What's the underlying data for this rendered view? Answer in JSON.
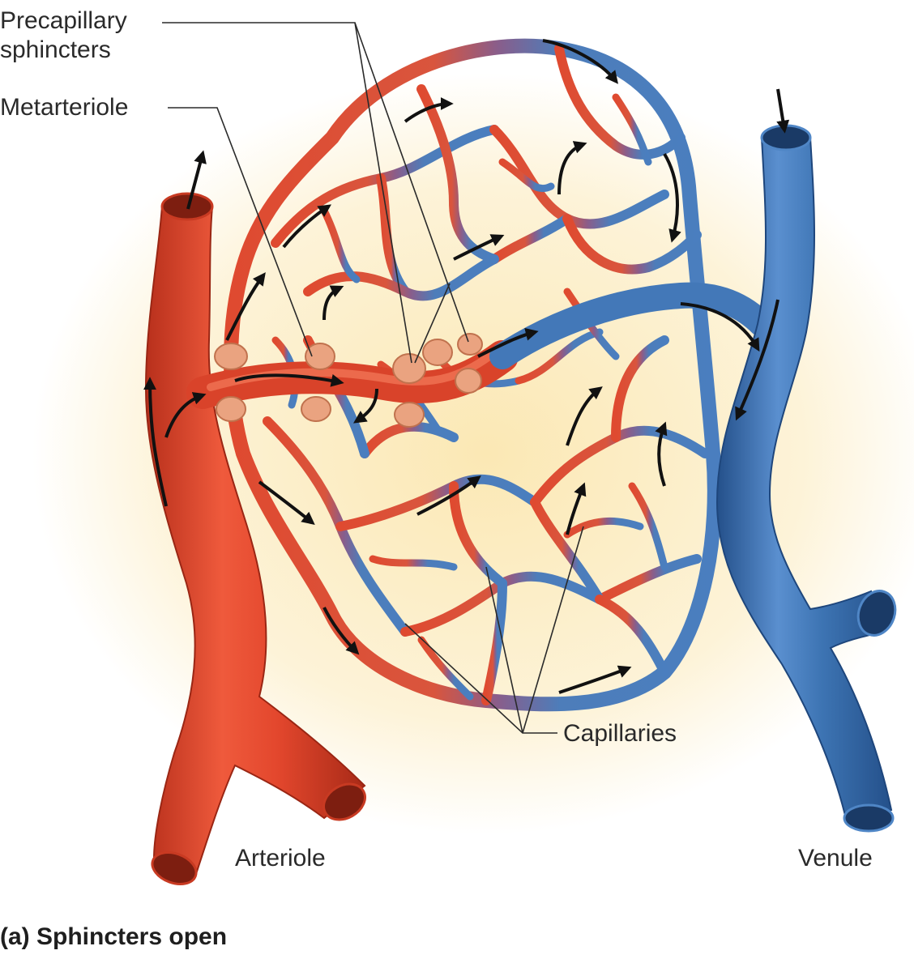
{
  "labels": {
    "precapillary_line1": "Precapillary",
    "precapillary_line2": "sphincters",
    "metarteriole": "Metarteriole",
    "capillaries": "Capillaries",
    "arteriole": "Arteriole",
    "venule": "Venule"
  },
  "caption": "(a) Sphincters open",
  "colors": {
    "artery": "#e0452c",
    "artery_dark": "#a82a17",
    "vein": "#3d74b3",
    "vein_dark": "#24508a",
    "sphincter": "#e8a584",
    "background_glow": "#fbe9b8",
    "leader_line": "#2a2a2a"
  }
}
